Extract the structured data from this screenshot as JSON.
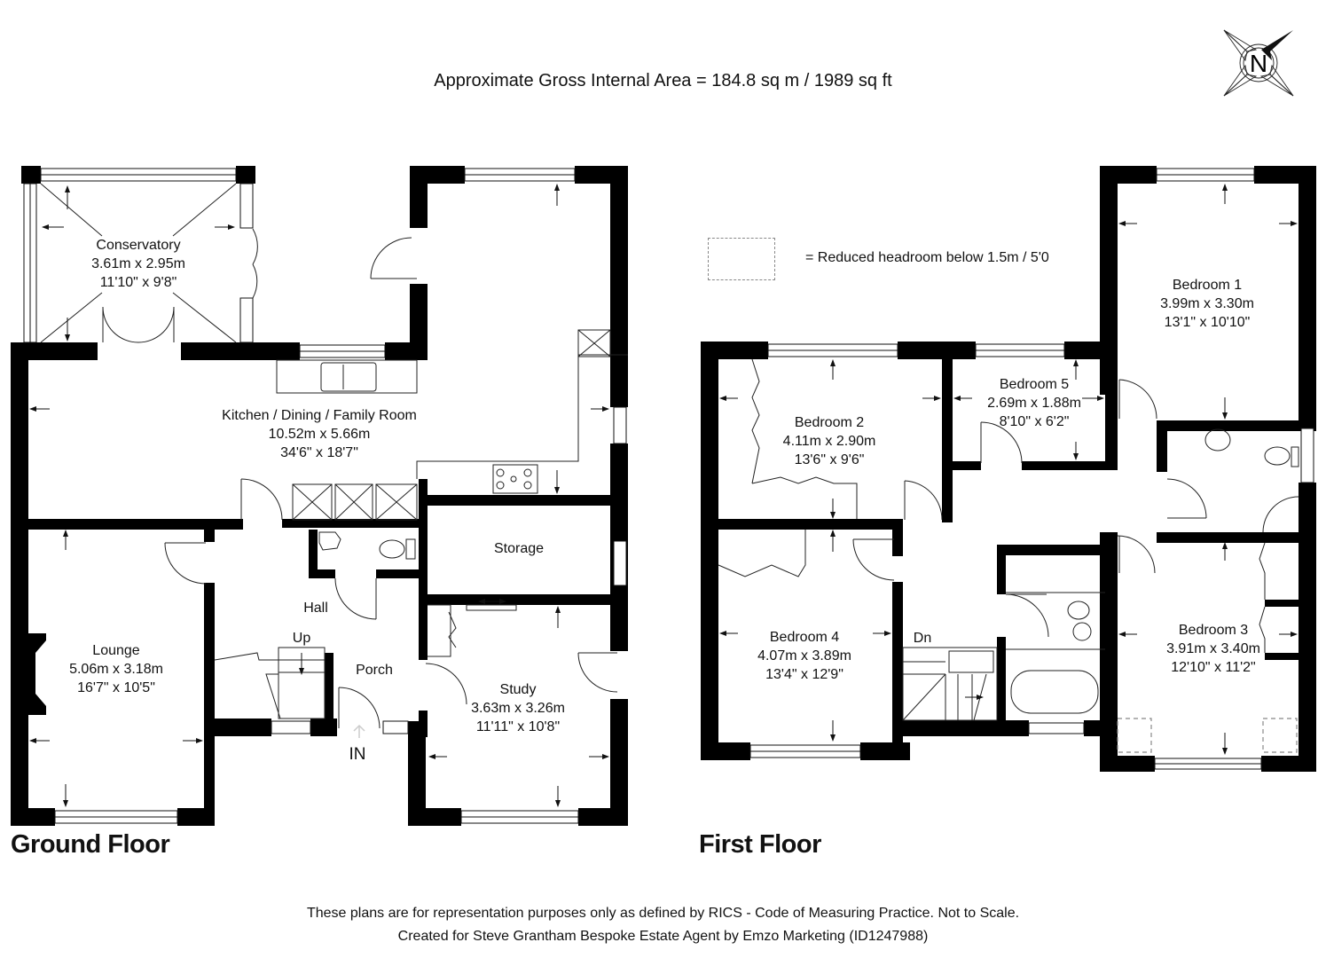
{
  "header": {
    "gross_area": "Approximate Gross Internal Area = 184.8 sq m / 1989 sq ft"
  },
  "compass": {
    "label": "N"
  },
  "legend": {
    "text": "= Reduced headroom below 1.5m / 5'0"
  },
  "ground_floor": {
    "title": "Ground Floor",
    "rooms": [
      {
        "name": "Conservatory",
        "metric": "3.61m x 2.95m",
        "imperial": "11'10\" x 9'8\""
      },
      {
        "name": "Kitchen / Dining / Family Room",
        "metric": "10.52m x 5.66m",
        "imperial": "34'6\" x 18'7\""
      },
      {
        "name": "Lounge",
        "metric": "5.06m x 3.18m",
        "imperial": "16'7\" x 10'5\""
      },
      {
        "name": "Study",
        "metric": "3.63m x 3.26m",
        "imperial": "11'11\" x 10'8\""
      }
    ],
    "labels": {
      "storage": "Storage",
      "hall": "Hall",
      "up": "Up",
      "porch": "Porch",
      "entrance": "IN"
    }
  },
  "first_floor": {
    "title": "First Floor",
    "rooms": [
      {
        "name": "Bedroom 1",
        "metric": "3.99m x 3.30m",
        "imperial": "13'1\" x 10'10\""
      },
      {
        "name": "Bedroom 2",
        "metric": "4.11m x 2.90m",
        "imperial": "13'6\" x 9'6\""
      },
      {
        "name": "Bedroom 3",
        "metric": "3.91m x 3.40m",
        "imperial": "12'10\" x 11'2\""
      },
      {
        "name": "Bedroom 4",
        "metric": "4.07m x 3.89m",
        "imperial": "13'4\" x 12'9\""
      },
      {
        "name": "Bedroom 5",
        "metric": "2.69m x 1.88m",
        "imperial": "8'10\" x 6'2\""
      }
    ],
    "labels": {
      "down": "Dn"
    }
  },
  "footer": {
    "line1": "These plans are for representation purposes only as defined by RICS - Code of Measuring Practice. Not to Scale.",
    "line2": "Created for Steve Grantham Bespoke Estate Agent by Emzo Marketing (ID1247988)"
  }
}
